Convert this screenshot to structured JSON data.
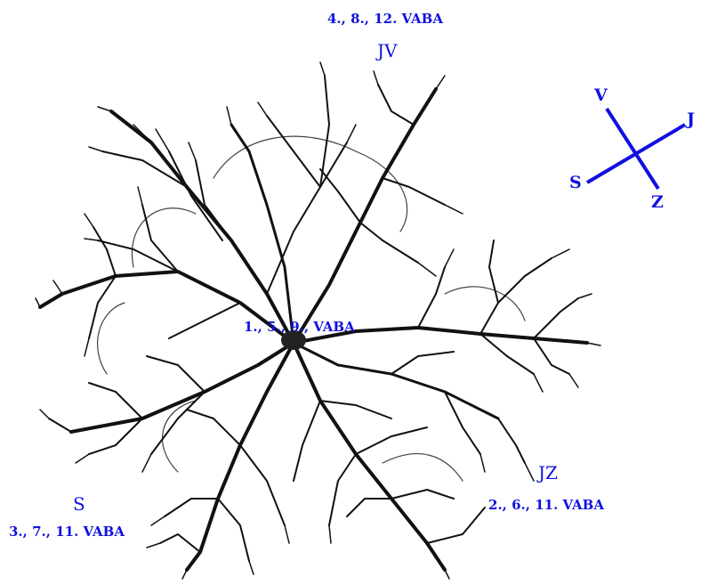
{
  "colors": {
    "label": "#1010e0",
    "tree": "#111111",
    "background": "#ffffff"
  },
  "labels": {
    "top_weeks": "4., 8., 12. VABA",
    "top_dir": "JV",
    "center_weeks": "1., 5., 9., VABA",
    "right_dir": "JZ",
    "right_weeks": "2., 6., 11. VABA",
    "left_dir": "S",
    "left_weeks": "3., 7., 11. VABA"
  },
  "compass": {
    "north": "V",
    "east": "J",
    "west": "S",
    "south": "Z"
  }
}
